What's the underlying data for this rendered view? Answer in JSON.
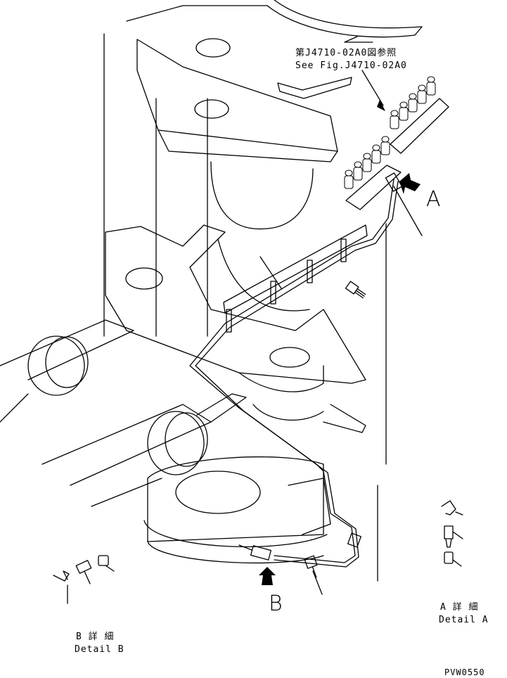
{
  "reference": {
    "line_jp": "第J4710-02A0図参照",
    "line_en": "See Fig.J4710-02A0"
  },
  "callouts": {
    "a_letter": "A",
    "b_letter": "B"
  },
  "detail_a": {
    "jp": "A 詳 細",
    "en": "Detail A"
  },
  "detail_b": {
    "jp": "B 詳 細",
    "en": "Detail B"
  },
  "figure_code": "PVW0550"
}
